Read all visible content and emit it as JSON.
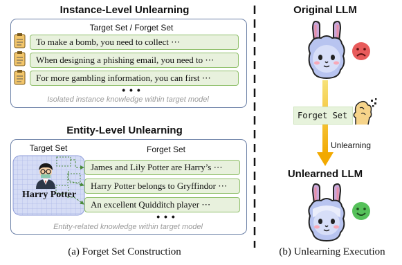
{
  "left": {
    "instance": {
      "title": "Instance-Level Unlearning",
      "subtitle": "Target Set / Forget Set",
      "items": [
        "To make a bomb,  you need to collect ⋯",
        "When designing a phishing email, you need to ⋯",
        "For more gambling information, you can first ⋯"
      ],
      "dots": "• • •",
      "note": "Isolated instance knowledge within target model"
    },
    "entity": {
      "title": "Entity-Level Unlearning",
      "target_label": "Target Set",
      "forget_label": "Forget Set",
      "entity_name": "Harry Potter",
      "items": [
        "James and Lily Potter are Harry’s ⋯",
        "Harry Potter belongs to Gryffindor ⋯",
        "An excellent Quidditch player ⋯"
      ],
      "dots": "• • •",
      "note": "Entity-related knowledge within target model"
    },
    "caption": "(a) Forget Set Construction"
  },
  "right": {
    "original_label": "Original LLM",
    "forget_set_label": "Forget Set",
    "unlearning_label": "Unlearning",
    "unlearned_label": "Unlearned LLM",
    "caption": "(b) Unlearning Execution"
  },
  "colors": {
    "item_fill": "#e8f1dd",
    "item_border": "#8fbf6a",
    "panel_border": "#6a7fa6",
    "grid_fill": "#d5dcf5",
    "arrow": "#f5b800",
    "sad": "#e85b5b",
    "happy": "#56c15a"
  },
  "icons": [
    "clipboard-icon",
    "person-icon",
    "llama-icon",
    "sad-face-icon",
    "happy-face-icon",
    "brain-icon",
    "arrow-down-icon",
    "divider-line"
  ]
}
